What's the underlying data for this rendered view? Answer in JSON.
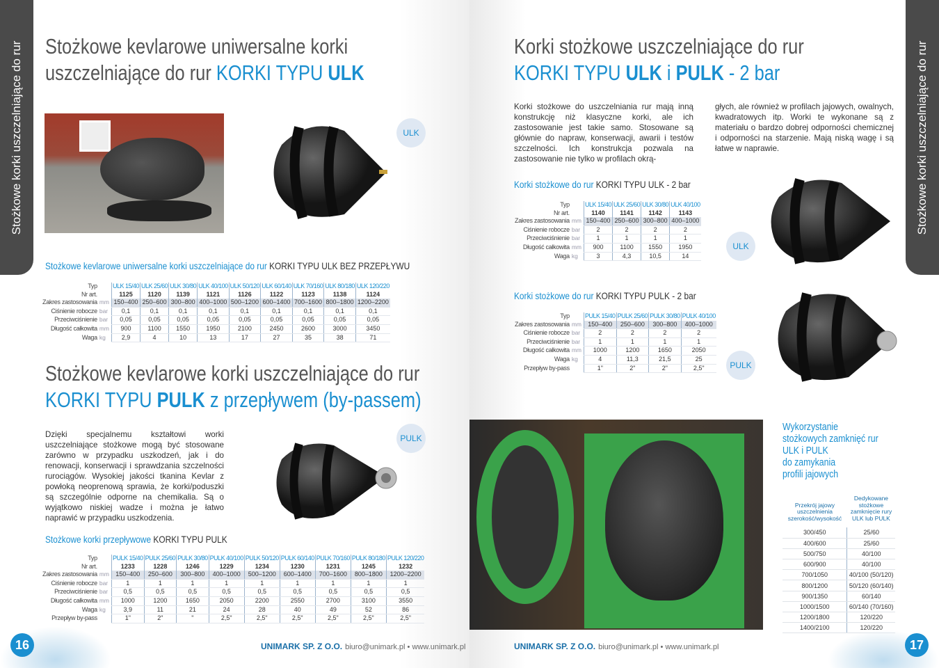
{
  "side_tab": "Stożkowe korki uszczelniające do rur",
  "left": {
    "title1": {
      "line1": "Stożkowe kevlarowe uniwersalne korki",
      "line2_pre": "uszczelniające do rur ",
      "line2_blue": "KORKI TYPU ",
      "line2_bold": "ULK"
    },
    "badge1": "ULK",
    "sub1": {
      "blue": "Stożkowe kevlarowe uniwersalne korki uszczelniające do rur ",
      "dark": "KORKI TYPU ULK BEZ PRZEPŁYWU"
    },
    "table1": [
      {
        "label": "Typ",
        "unit": "",
        "cells": [
          "ULK 15/40",
          "ULK 25/60",
          "ULK 30/80",
          "ULK 40/100",
          "ULK 50/120",
          "ULK 60/140",
          "ULK 70/160",
          "ULK 80/180",
          "ULK 120/220"
        ]
      },
      {
        "label": "Nr art.",
        "unit": "",
        "cells": [
          "1125",
          "1120",
          "1139",
          "1121",
          "1126",
          "1122",
          "1123",
          "1138",
          "1124"
        ]
      },
      {
        "label": "Zakres zastosowania",
        "unit": "mm",
        "cells": [
          "150–400",
          "250–600",
          "300–800",
          "400–1000",
          "500–1200",
          "600–1400",
          "700–1600",
          "800–1800",
          "1200–2200"
        ]
      },
      {
        "label": "Ciśnienie robocze",
        "unit": "bar",
        "cells": [
          "0,1",
          "0,1",
          "0,1",
          "0,1",
          "0,1",
          "0,1",
          "0,1",
          "0,1",
          "0,1"
        ]
      },
      {
        "label": "Przeciwciśnienie",
        "unit": "bar",
        "cells": [
          "0,05",
          "0,05",
          "0,05",
          "0,05",
          "0,05",
          "0,05",
          "0,05",
          "0,05",
          "0,05"
        ]
      },
      {
        "label": "Długość całkowita",
        "unit": "mm",
        "cells": [
          "900",
          "1100",
          "1550",
          "1950",
          "2100",
          "2450",
          "2600",
          "3000",
          "3450"
        ]
      },
      {
        "label": "Waga",
        "unit": "kg",
        "cells": [
          "2,9",
          "4",
          "10",
          "13",
          "17",
          "27",
          "35",
          "38",
          "71"
        ]
      }
    ],
    "title2": {
      "line1": "Stożkowe kevlarowe korki uszczelniające do rur",
      "line2_blue": "KORKI TYPU ",
      "line2_bold": "PULK",
      "line2_rest": " z przepływem (by-passem)"
    },
    "paragraph": "Dzięki specjalnemu kształtowi worki uszczelniające stożkowe mogą być stosowane zarówno w przypadku uszkodzeń, jak i do renowacji, konserwacji i sprawdzania szczelności rurociągów. Wysokiej jakości tkanina Kevlar z powłoką neoprenową sprawia, że korki/poduszki są szczególnie odporne na chemikalia. Są o wyjątkowo niskiej wadze i można je łatwo naprawić w przypadku uszkodzenia.",
    "badge2": "PULK",
    "sub2": {
      "blue": "Stożkowe korki przepływowe ",
      "dark": "KORKI TYPU PULK"
    },
    "table2": [
      {
        "label": "Typ",
        "unit": "",
        "cells": [
          "PULK 15/40",
          "PULK 25/60",
          "PULK 30/80",
          "PULK 40/100",
          "PULK 50/120",
          "PULK 60/140",
          "PULK 70/160",
          "PULK 80/180",
          "PULK 120/220"
        ]
      },
      {
        "label": "Nr art.",
        "unit": "",
        "cells": [
          "1233",
          "1228",
          "1246",
          "1229",
          "1234",
          "1230",
          "1231",
          "1245",
          "1232"
        ]
      },
      {
        "label": "Zakres zastosowania",
        "unit": "mm",
        "cells": [
          "150–400",
          "250–600",
          "300–800",
          "400–1000",
          "500–1200",
          "600–1400",
          "700–1600",
          "800–1800",
          "1200–2200"
        ]
      },
      {
        "label": "Ciśnienie robocze",
        "unit": "bar",
        "cells": [
          "1",
          "1",
          "1",
          "1",
          "1",
          "1",
          "1",
          "1",
          "1"
        ]
      },
      {
        "label": "Przeciwciśnienie",
        "unit": "bar",
        "cells": [
          "0,5",
          "0,5",
          "0,5",
          "0,5",
          "0,5",
          "0,5",
          "0,5",
          "0,5",
          "0,5"
        ]
      },
      {
        "label": "Długość całkowita",
        "unit": "mm",
        "cells": [
          "1000",
          "1200",
          "1650",
          "2050",
          "2200",
          "2550",
          "2700",
          "3100",
          "3550"
        ]
      },
      {
        "label": "Waga",
        "unit": "kg",
        "cells": [
          "3,9",
          "11",
          "21",
          "24",
          "28",
          "40",
          "49",
          "52",
          "86"
        ]
      },
      {
        "label": "Przepływ by-pass",
        "unit": "",
        "cells": [
          "1\"",
          "2\"",
          "\"",
          "2,5\"",
          "2,5\"",
          "2,5\"",
          "2,5\"",
          "2,5\"",
          "2,5\""
        ]
      }
    ],
    "page_number": "16",
    "footer": {
      "company": "UNIMARK SP. Z O.O.",
      "contact": "biuro@unimark.pl • www.unimark.pl"
    }
  },
  "right": {
    "title": {
      "line1": "Korki stożkowe uszczelniające do rur",
      "line2_blue": "KORKI TYPU ",
      "b1": "ULK",
      "mid": " i ",
      "b2": "PULK",
      "rest": " - 2 bar"
    },
    "para_col1": "Korki stożkowe do uszczelniania rur mają inną konstrukcję niż klasyczne korki, ale ich zastosowanie jest takie samo. Stosowane są głównie do napraw, konserwacji, awarii i testów szczelności. Ich konstrukcja pozwala na zastosowanie nie tylko w profilach okrą-",
    "para_col2": "głych, ale również w profilach jajowych, owalnych, kwadratowych itp. Worki te wykonane są z materiału o bardzo dobrej odporności chemicznej i odporności na starzenie. Mają niską wagę i są łatwe w naprawie.",
    "sub1": {
      "blue": "Korki stożkowe do rur ",
      "dark": "KORKI TYPU ULK - 2 bar"
    },
    "table1": [
      {
        "label": "Typ",
        "unit": "",
        "cells": [
          "ULK 15/40",
          "ULK 25/60",
          "ULK 30/80",
          "ULK 40/100"
        ]
      },
      {
        "label": "Nr art.",
        "unit": "",
        "cells": [
          "1140",
          "1141",
          "1142",
          "1143"
        ]
      },
      {
        "label": "Zakres zastosowania",
        "unit": "mm",
        "cells": [
          "150–400",
          "250–600",
          "300–800",
          "400–1000"
        ]
      },
      {
        "label": "Ciśnienie robocze",
        "unit": "bar",
        "cells": [
          "2",
          "2",
          "2",
          "2"
        ]
      },
      {
        "label": "Przeciwciśnienie",
        "unit": "bar",
        "cells": [
          "1",
          "1",
          "1",
          "1"
        ]
      },
      {
        "label": "Długość całkowita",
        "unit": "mm",
        "cells": [
          "900",
          "1100",
          "1550",
          "1950"
        ]
      },
      {
        "label": "Waga",
        "unit": "kg",
        "cells": [
          "3",
          "4,3",
          "10,5",
          "14"
        ]
      }
    ],
    "badge1": "ULK",
    "sub2": {
      "blue": "Korki stożkowe do rur ",
      "dark": "KORKI TYPU PULK - 2 bar"
    },
    "table2": [
      {
        "label": "Typ",
        "unit": "",
        "cells": [
          "PULK 15/40",
          "PULK 25/60",
          "PULK 30/80",
          "PULK 40/100"
        ]
      },
      {
        "label": "Zakres zastosowania",
        "unit": "mm",
        "cells": [
          "150–400",
          "250–600",
          "300–800",
          "400–1000"
        ]
      },
      {
        "label": "Ciśnienie robocze",
        "unit": "bar",
        "cells": [
          "2",
          "2",
          "2",
          "2"
        ]
      },
      {
        "label": "Przeciwciśnienie",
        "unit": "bar",
        "cells": [
          "1",
          "1",
          "1",
          "1"
        ]
      },
      {
        "label": "Długość całkowita",
        "unit": "mm",
        "cells": [
          "1000",
          "1200",
          "1650",
          "2050"
        ]
      },
      {
        "label": "Waga",
        "unit": "kg",
        "cells": [
          "4",
          "11,3",
          "21,5",
          "25"
        ]
      },
      {
        "label": "Przepływ by-pass",
        "unit": "",
        "cells": [
          "1\"",
          "2\"",
          "2\"",
          "2,5\""
        ]
      }
    ],
    "badge2": "PULK",
    "egg": {
      "heading": [
        "Wykorzystanie",
        "stożkowych zamknięć rur",
        "ULK i PULK",
        "do zamykania",
        "profili jajowych"
      ],
      "col1": "Przekrój jajowy uszczelnienia szerokość/wysokość",
      "col2": "Dedykowane stożkowe zamknięcie rury ULK lub PULK",
      "rows": [
        [
          "300/450",
          "25/60"
        ],
        [
          "400/600",
          "25/60"
        ],
        [
          "500/750",
          "40/100"
        ],
        [
          "600/900",
          "40/100"
        ],
        [
          "700/1050",
          "40/100 (50/120)"
        ],
        [
          "800/1200",
          "50/120 (60/140)"
        ],
        [
          "900/1350",
          "60/140"
        ],
        [
          "1000/1500",
          "60/140 (70/160)"
        ],
        [
          "1200/1800",
          "120/220"
        ],
        [
          "1400/2100",
          "120/220"
        ]
      ]
    },
    "page_number": "17",
    "footer": {
      "company": "UNIMARK SP. Z O.O.",
      "contact": "biuro@unimark.pl • www.unimark.pl"
    }
  }
}
